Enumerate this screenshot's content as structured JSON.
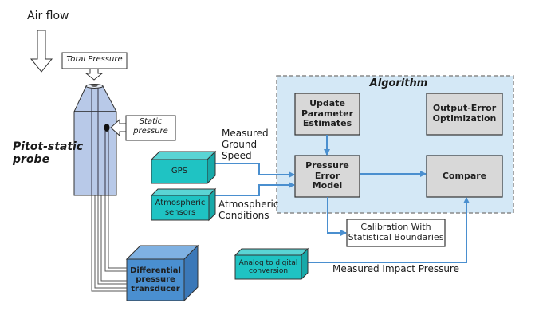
{
  "title": "Pitot-static probe calibration algorithm",
  "labels": {
    "air_flow": "Air flow",
    "total_pressure": "Total Pressure",
    "static_pressure": [
      "Static",
      "pressure"
    ],
    "probe": [
      "Pitot-static",
      "probe"
    ],
    "measured_ground_speed": [
      "Measured",
      "Ground",
      "Speed"
    ],
    "atmospheric_conditions": [
      "Atmospheric",
      "Conditions"
    ],
    "measured_impact_pressure": "Measured Impact Pressure"
  },
  "devices": {
    "gps": "GPS",
    "atmospheric_sensors": [
      "Atmospheric",
      "sensors"
    ],
    "differential_transducer": [
      "Differential",
      "pressure",
      "transducer"
    ],
    "adc": [
      "Analog to digital",
      "conversion"
    ]
  },
  "algorithm": {
    "title": "Algorithm",
    "update_params": [
      "Update",
      "Parameter",
      "Estimates"
    ],
    "output_error": [
      "Output-Error",
      "Optimization"
    ],
    "pressure_model": [
      "Pressure",
      "Error",
      "Model"
    ],
    "compare": "Compare"
  },
  "calibration": [
    "Calibration With",
    "Statistical Boundaries"
  ],
  "colors": {
    "algorithm_bg": "#d4e8f6",
    "gray_box": "#d8d8d8",
    "teal": "#1fc3c3",
    "blue_box": "#4a8fd0",
    "probe": "#b8c9e8",
    "arrow": "#4a8fcf"
  }
}
